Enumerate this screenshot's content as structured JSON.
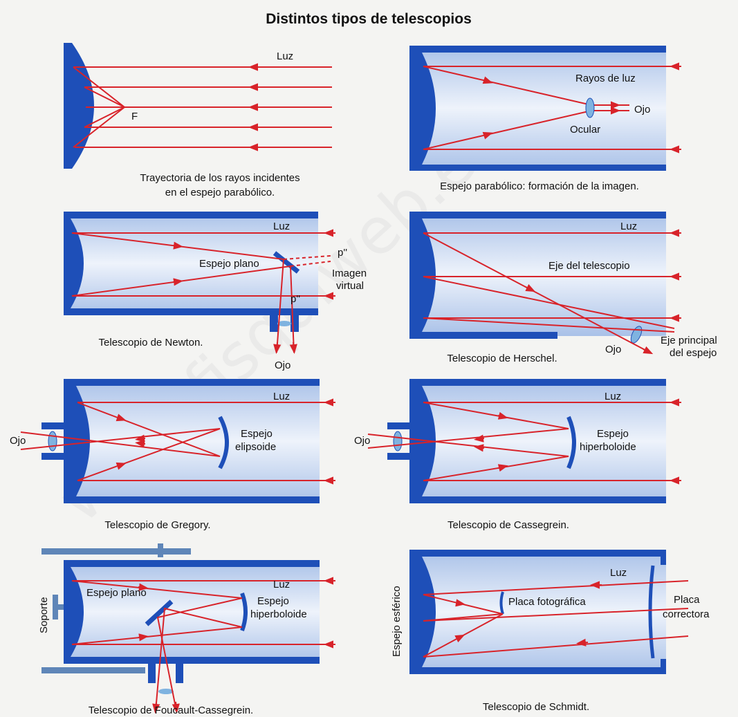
{
  "title": "Distintos tipos de telescopios",
  "watermark": "www.fisquiweb.es",
  "colors": {
    "tube": "#1e4fb8",
    "tube_fill": "#cfdcf0",
    "ray": "#d8232a",
    "lens": "#7fb3e0",
    "support": "#5f86b8"
  },
  "panels": {
    "parabolic_rays": {
      "labels": {
        "light": "Luz",
        "focus": "F"
      },
      "caption_line1": "Trayectoria de los rayos incidentes",
      "caption_line2": "en el espejo parabólico."
    },
    "parabolic_image": {
      "labels": {
        "rays": "Rayos de luz",
        "eye": "Ojo",
        "eyepiece": "Ocular"
      },
      "caption": "Espejo parabólico: formación de la imagen."
    },
    "newton": {
      "labels": {
        "light": "Luz",
        "flat_mirror": "Espejo plano",
        "p_virtual": "p''",
        "virtual_line1": "Imagen",
        "virtual_line2": "virtual",
        "p_real": "p''",
        "eye": "Ojo"
      },
      "caption": "Telescopio de Newton."
    },
    "herschel": {
      "labels": {
        "light": "Luz",
        "axis": "Eje del telescopio",
        "eye": "Ojo",
        "mirror_axis_line1": "Eje principal",
        "mirror_axis_line2": "del espejo"
      },
      "caption": "Telescopio de Herschel."
    },
    "gregory": {
      "labels": {
        "light": "Luz",
        "eye": "Ojo",
        "mirror_line1": "Espejo",
        "mirror_line2": "elipsoide"
      },
      "caption": "Telescopio de Gregory."
    },
    "cassegrain": {
      "labels": {
        "light": "Luz",
        "eye": "Ojo",
        "mirror_line1": "Espejo",
        "mirror_line2": "hiperboloide"
      },
      "caption": "Telescopio de Cassegrein."
    },
    "foucault": {
      "labels": {
        "light": "Luz",
        "support": "Soporte",
        "flat_mirror": "Espejo plano",
        "mirror_line1": "Espejo",
        "mirror_line2": "hiperboloide"
      },
      "caption": "Telescopio de Foucault-Cassegrein."
    },
    "schmidt": {
      "labels": {
        "light": "Luz",
        "spherical_mirror": "Espejo esférico",
        "photo_plate": "Placa fotográfica",
        "corrector_line1": "Placa",
        "corrector_line2": "correctora"
      },
      "caption": "Telescopio de Schmidt."
    }
  }
}
